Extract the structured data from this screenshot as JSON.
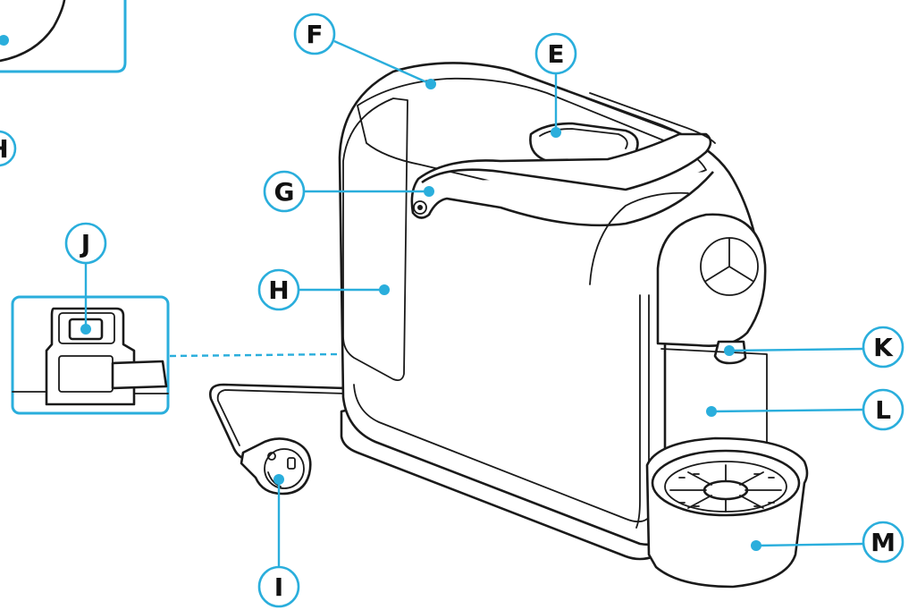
{
  "diagram": {
    "callouts": [
      {
        "id": "E",
        "label": "E"
      },
      {
        "id": "F",
        "label": "F"
      },
      {
        "id": "G",
        "label": "G"
      },
      {
        "id": "H",
        "label": "H"
      },
      {
        "id": "H-partial",
        "label": "H"
      },
      {
        "id": "I",
        "label": "I"
      },
      {
        "id": "J",
        "label": "J"
      },
      {
        "id": "K",
        "label": "K"
      },
      {
        "id": "L",
        "label": "L"
      },
      {
        "id": "M",
        "label": "M"
      }
    ],
    "colors": {
      "accent": "#2aaedc",
      "line": "#1a1a1a",
      "background": "#ffffff"
    }
  }
}
